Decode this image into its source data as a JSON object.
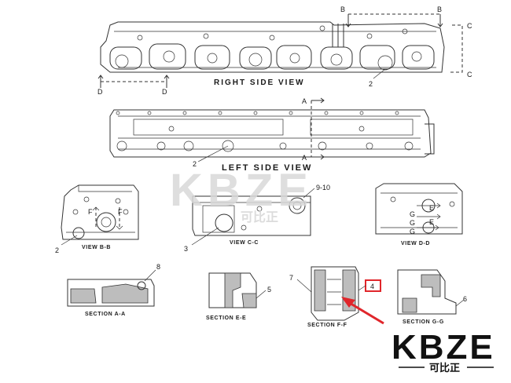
{
  "views": {
    "right_side": {
      "title": "RIGHT SIDE VIEW",
      "callout_2": "2",
      "section_b_left": "B",
      "section_b_right": "B",
      "section_c_top": "C",
      "section_c_bottom": "C",
      "section_d_left": "D",
      "section_d_right": "D"
    },
    "left_side": {
      "title": "LEFT SIDE VIEW",
      "callout_2": "2",
      "section_a_top": "A",
      "section_a_bottom": "A"
    },
    "view_bb": {
      "title": "VIEW B-B",
      "callout_2": "2",
      "section_f_left": "F",
      "section_f_right": "F"
    },
    "view_cc": {
      "title": "VIEW C-C",
      "callout_910": "9-10",
      "callout_3": "3"
    },
    "view_dd": {
      "title": "VIEW D-D",
      "section_e_top": "E",
      "section_e_bottom": "E",
      "section_g_top": "G",
      "section_g_mid": "G",
      "section_g_bottom": "G"
    },
    "section_aa": {
      "title": "SECTION A-A",
      "callout_8": "8"
    },
    "section_ee": {
      "title": "SECTION E-E",
      "callout_5": "5"
    },
    "section_ff": {
      "title": "SECTION F-F",
      "callout_7": "7",
      "callout_4": "4"
    },
    "section_gg": {
      "title": "SECTION G-G",
      "callout_6": "6"
    }
  },
  "highlight": {
    "color": "#e0262b"
  },
  "watermark": {
    "text": "KBZE",
    "subtext": "可比正"
  },
  "logo": {
    "text": "KBZE",
    "subtext": "可比正"
  }
}
